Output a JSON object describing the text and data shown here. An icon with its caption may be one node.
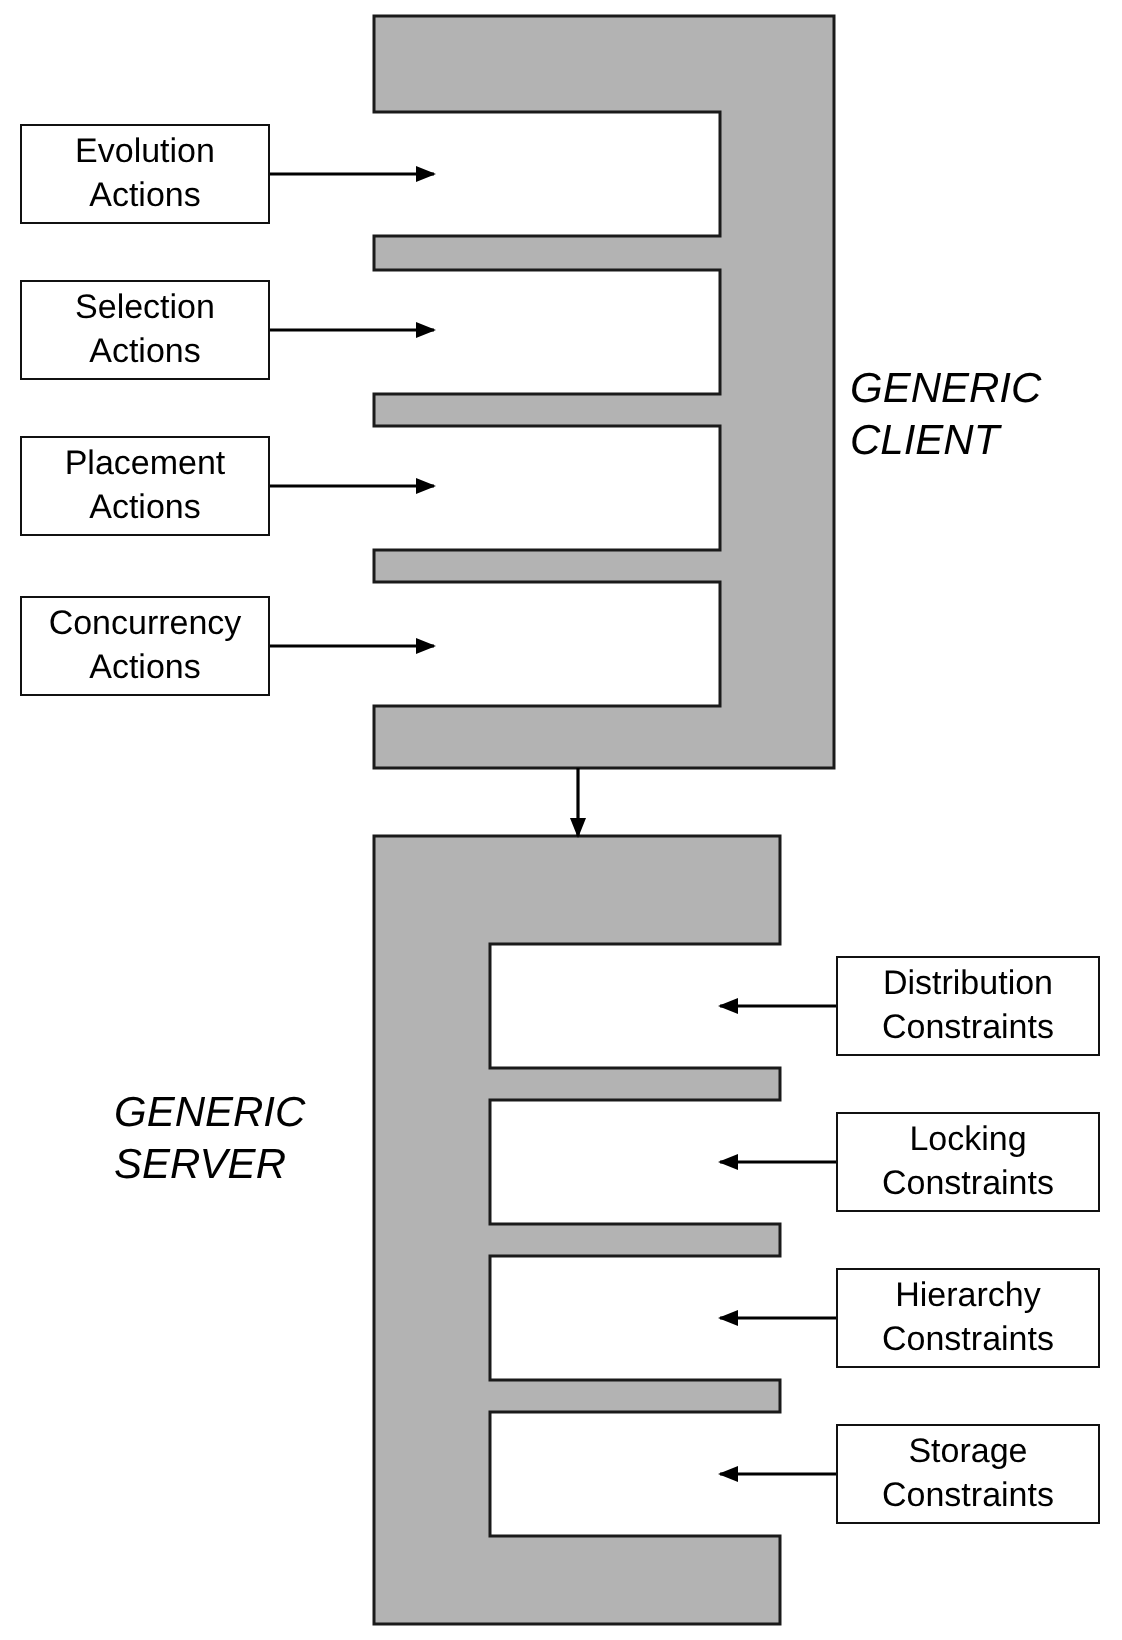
{
  "diagram": {
    "nodes": [
      {
        "text": [
          "GENERIC CLIENT"
        ]
      },
      {
        "text": [
          "Evolution Actions"
        ]
      },
      {
        "text": [
          "Selection Actions"
        ]
      },
      {
        "text": [
          "Placement Actions"
        ]
      },
      {
        "text": [
          "Concurrency Actions"
        ]
      },
      {
        "text": [
          "GENERIC SERVER"
        ]
      },
      {
        "text": [
          "Distribution Constraints"
        ]
      },
      {
        "text": [
          "Locking Constraints"
        ]
      },
      {
        "text": [
          "Hierarchy Constraints"
        ]
      },
      {
        "text": [
          "Storage Constraints"
        ]
      }
    ],
    "edges": [
      {
        "from": 1,
        "to": 0,
        "arrow": "to"
      },
      {
        "from": 2,
        "to": 0,
        "arrow": "to"
      },
      {
        "from": 3,
        "to": 0,
        "arrow": "to"
      },
      {
        "from": 4,
        "to": 0,
        "arrow": "to"
      },
      {
        "from": 0,
        "to": 5,
        "arrow": "to"
      },
      {
        "from": 6,
        "to": 5,
        "arrow": "to"
      },
      {
        "from": 7,
        "to": 5,
        "arrow": "to"
      },
      {
        "from": 8,
        "to": 5,
        "arrow": "to"
      },
      {
        "from": 9,
        "to": 5,
        "arrow": "to"
      }
    ]
  }
}
